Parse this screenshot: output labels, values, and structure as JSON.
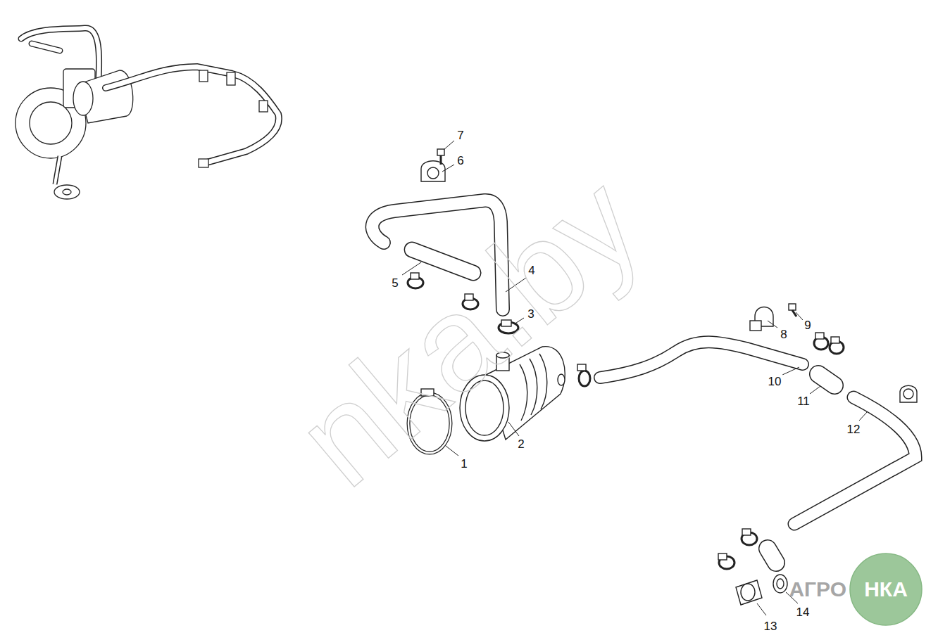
{
  "diagram": {
    "nodes": [
      {
        "text": [
          "АГРО",
          "НКА"
        ]
      }
    ],
    "labels": [
      "7",
      "6",
      "5",
      "4",
      "3",
      "8",
      "9",
      "10",
      "11",
      "12",
      "2",
      "1",
      "13",
      "14",
      "nka.by"
    ]
  }
}
